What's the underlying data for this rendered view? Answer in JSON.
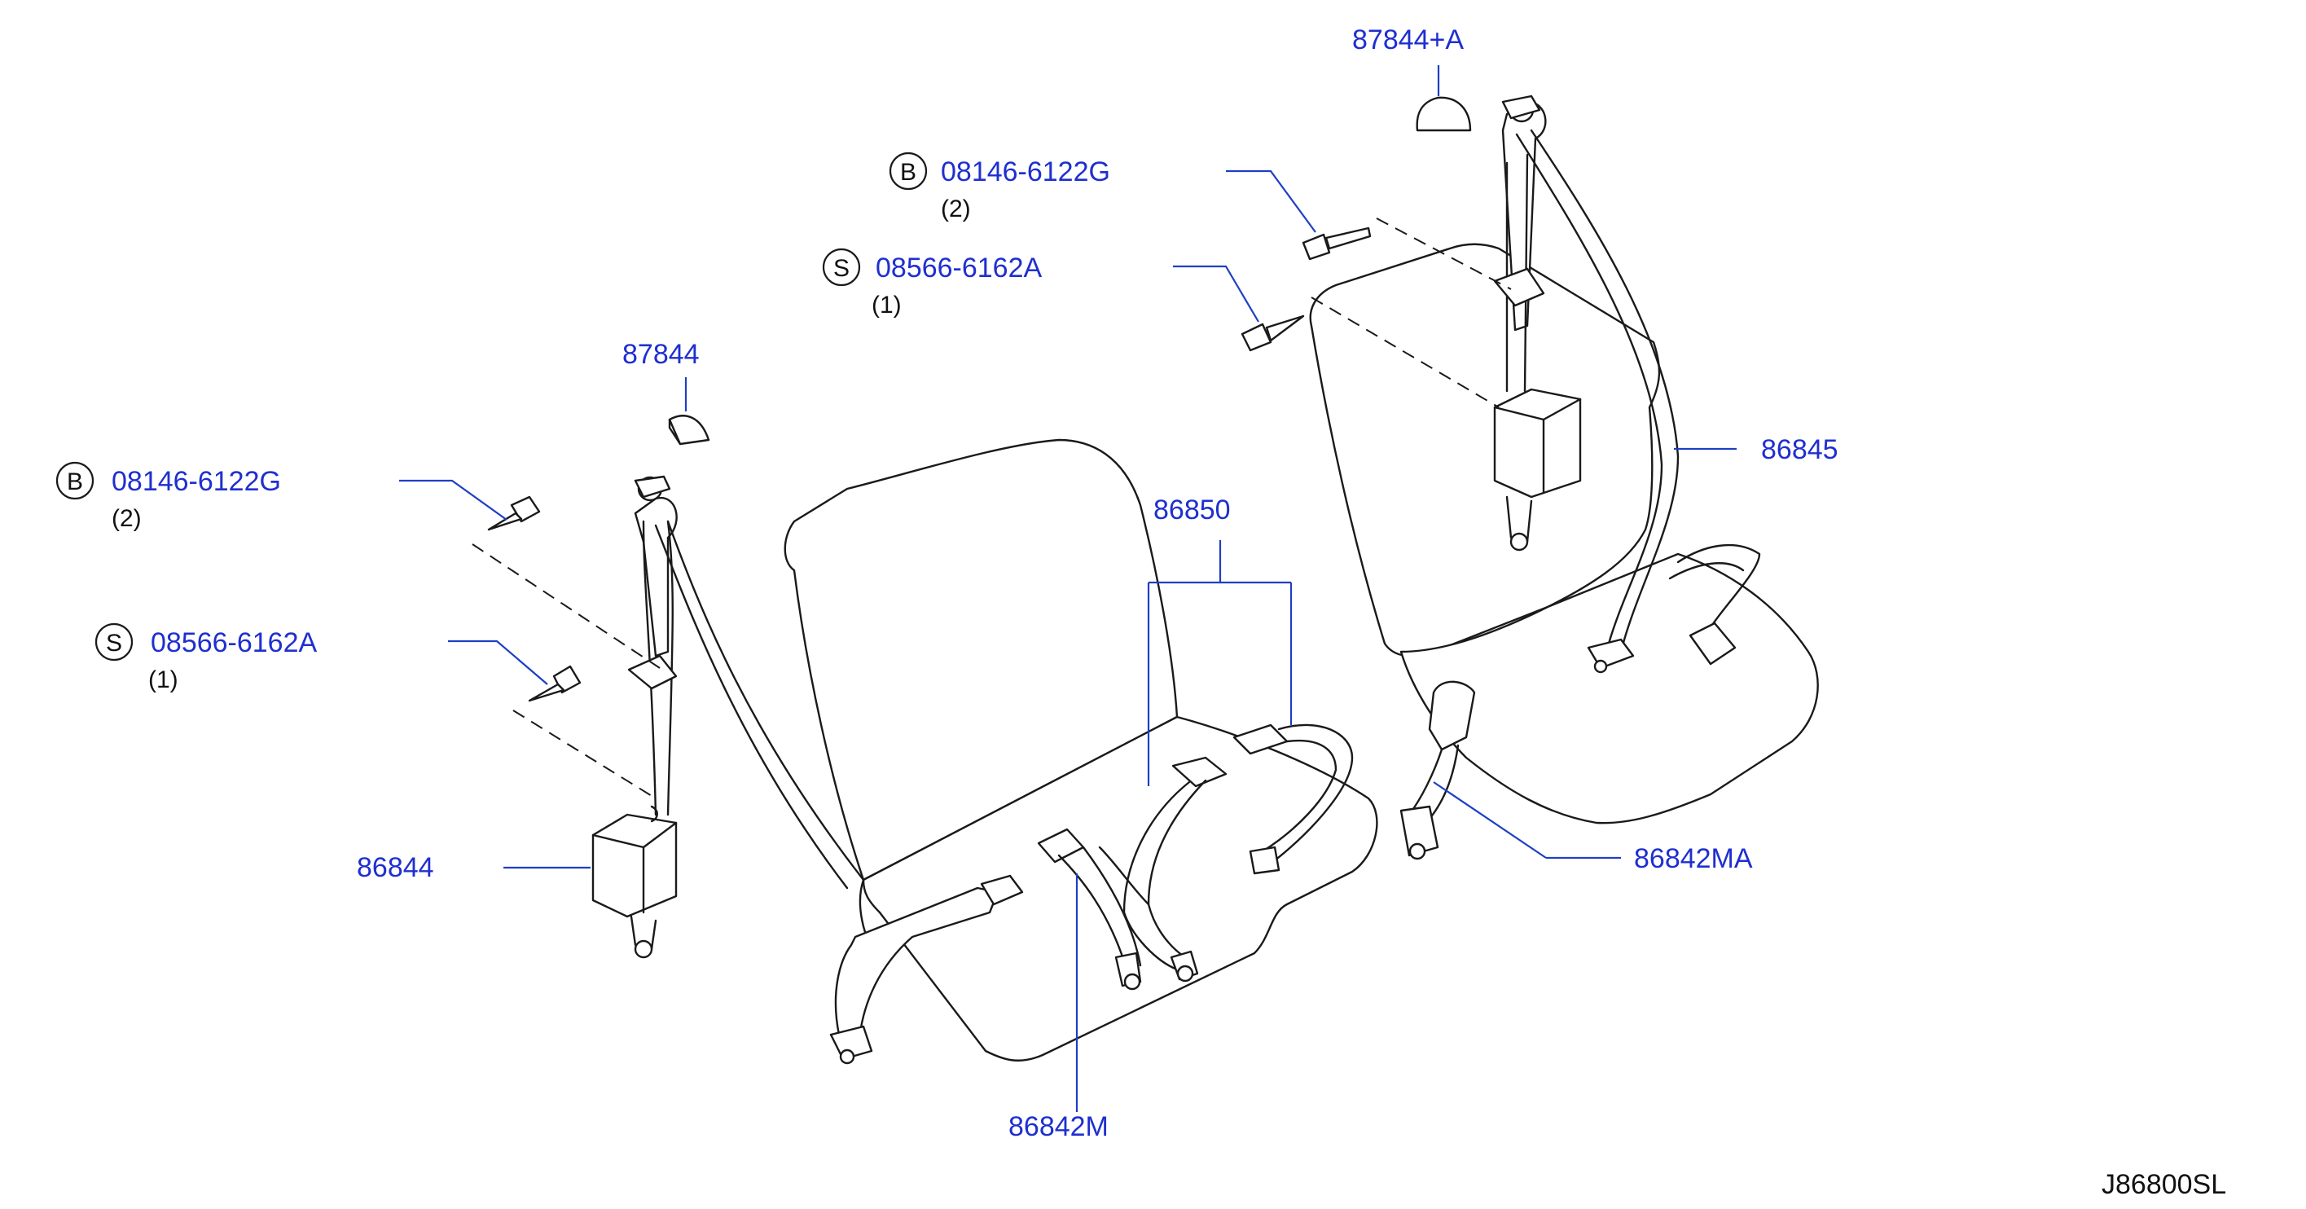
{
  "parts": {
    "top_clip_right": "87844+A",
    "bolt_right": {
      "mark": "B",
      "number": "08146-6122G",
      "qty": "(2)"
    },
    "screw_right": {
      "mark": "S",
      "number": "08566-6162A",
      "qty": "(1)"
    },
    "top_clip_left": "87844",
    "bolt_left": {
      "mark": "B",
      "number": "08146-6122G",
      "qty": "(2)"
    },
    "screw_left": {
      "mark": "S",
      "number": "08566-6162A",
      "qty": "(1)"
    },
    "belt_left": "86844",
    "belt_center": "86850",
    "belt_right": "86845",
    "buckle_right": "86842MA",
    "buckle_center": "86842M"
  },
  "diagram_code": "J86800SL",
  "colors": {
    "label": "#1f2fd0",
    "leader": "#1e3fc4",
    "lines": "#1a1a1a"
  }
}
